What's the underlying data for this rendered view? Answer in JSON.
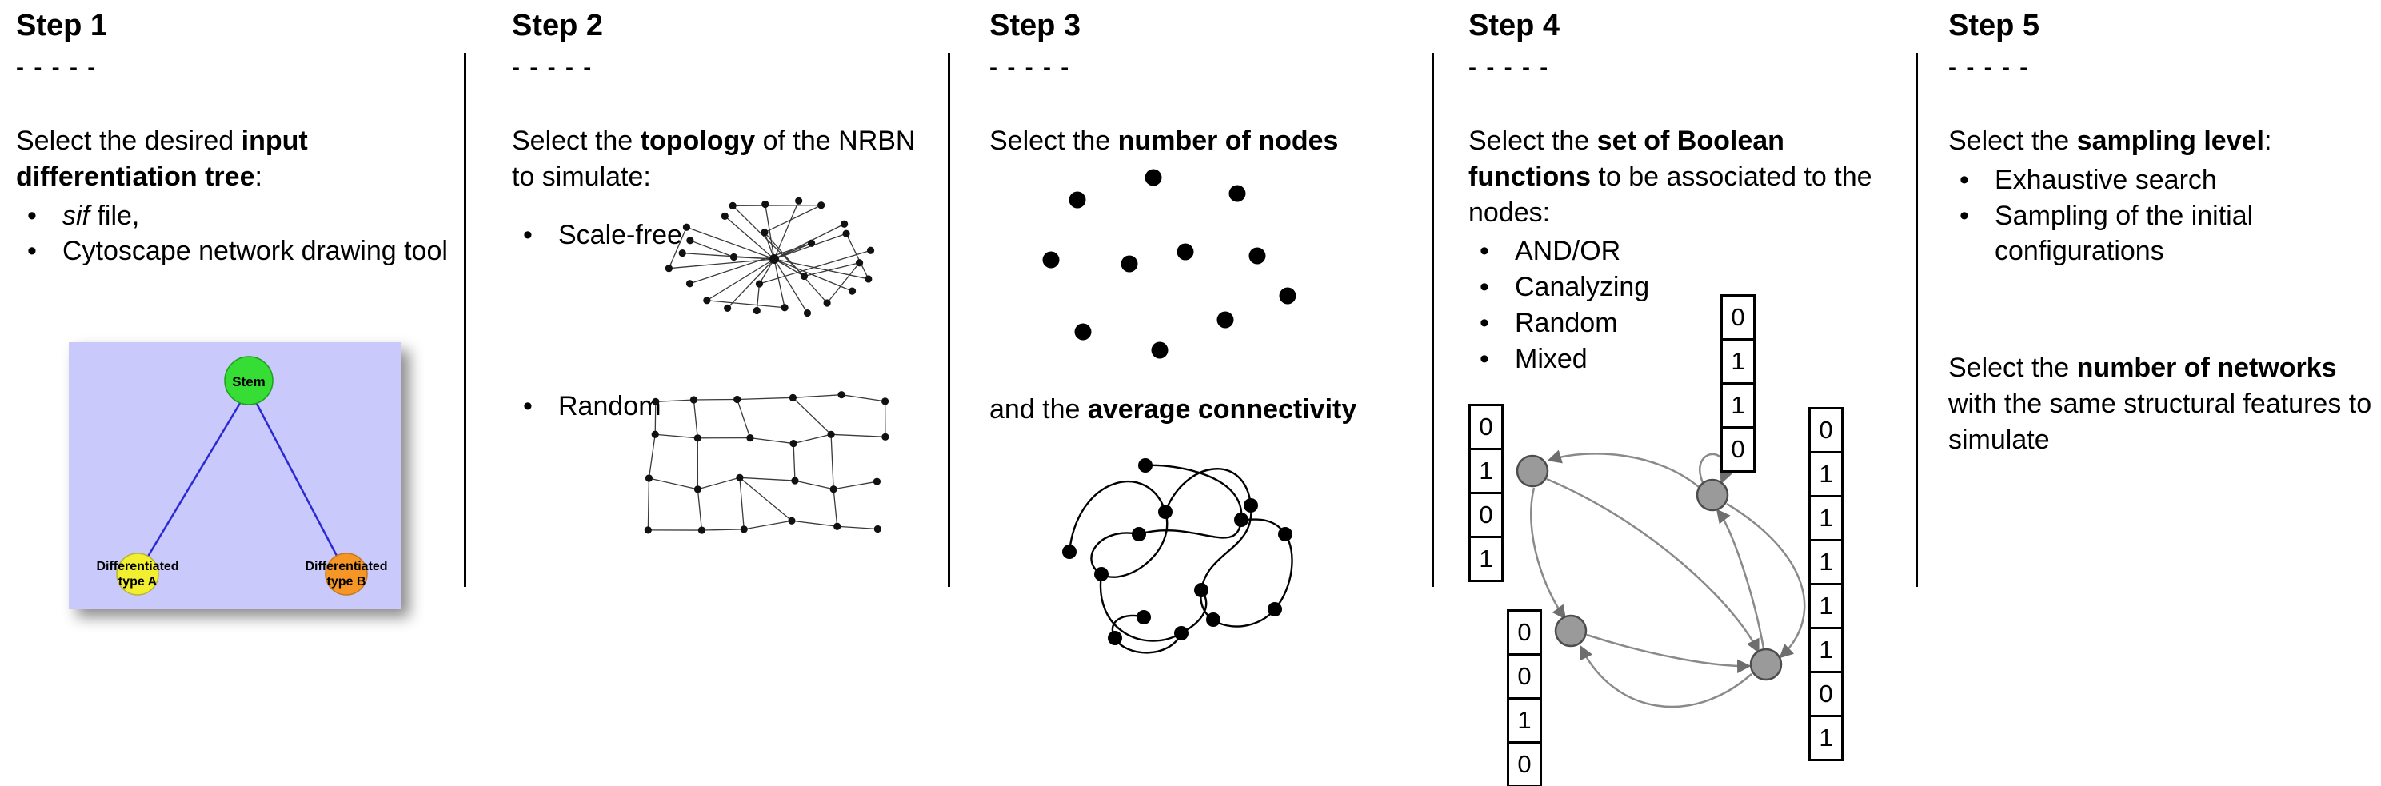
{
  "diagram": {
    "step1": {
      "title": "Step 1",
      "dashes": "- - - - -",
      "intro_pre": "Select the desired ",
      "intro_bold": "input differentiation tree",
      "intro_post": ":",
      "bullet1_italic": "sif",
      "bullet1_rest": " file,",
      "bullet2": "Cytoscape network drawing tool",
      "tree": {
        "root_label": "Stem",
        "leaf_a_line1": "Differentiated",
        "leaf_a_line2": "type A",
        "leaf_b_line1": "Differentiated",
        "leaf_b_line2": "type B",
        "colors": {
          "background": "#c9c9fb",
          "root_fill": "#35dd35",
          "leaf_a_fill": "#f2ef30",
          "leaf_b_fill": "#f59627",
          "edge_stroke": "#2a2ad4"
        }
      }
    },
    "step2": {
      "title": "Step 2",
      "dashes": "- - - - -",
      "intro_pre": "Select the ",
      "intro_bold": "topology",
      "intro_post": " of the NRBN to simulate:",
      "bullet1": "Scale-free",
      "bullet2": "Random"
    },
    "step3": {
      "title": "Step 3",
      "dashes": "- - - - -",
      "intro_pre": "Select the ",
      "intro_bold": "number of nodes",
      "second_pre": "and the ",
      "second_bold": "average connectivity"
    },
    "step4": {
      "title": "Step 4",
      "dashes": "- - - - -",
      "intro_pre": "Select the ",
      "intro_bold": "set of Boolean functions",
      "intro_post": " to be associated to the nodes:",
      "bullets": [
        "AND/OR",
        "Canalyzing",
        "Random",
        "Mixed"
      ],
      "truth_tables": {
        "left": [
          "0",
          "1",
          "0",
          "1"
        ],
        "top": [
          "0",
          "1",
          "1",
          "0"
        ],
        "right": [
          "0",
          "1",
          "1",
          "1",
          "1",
          "1",
          "0",
          "1"
        ],
        "bottom": [
          "0",
          "0",
          "1",
          "0"
        ]
      }
    },
    "step5": {
      "title": "Step 5",
      "dashes": "- - - - -",
      "intro_pre": "Select the ",
      "intro_bold": "sampling level",
      "intro_post": ":",
      "bullet1": "Exhaustive search",
      "bullet2": "Sampling of the initial configurations",
      "second_pre": "Select the ",
      "second_bold": "number of networks",
      "second_post": " with the same structural features to simulate"
    }
  }
}
